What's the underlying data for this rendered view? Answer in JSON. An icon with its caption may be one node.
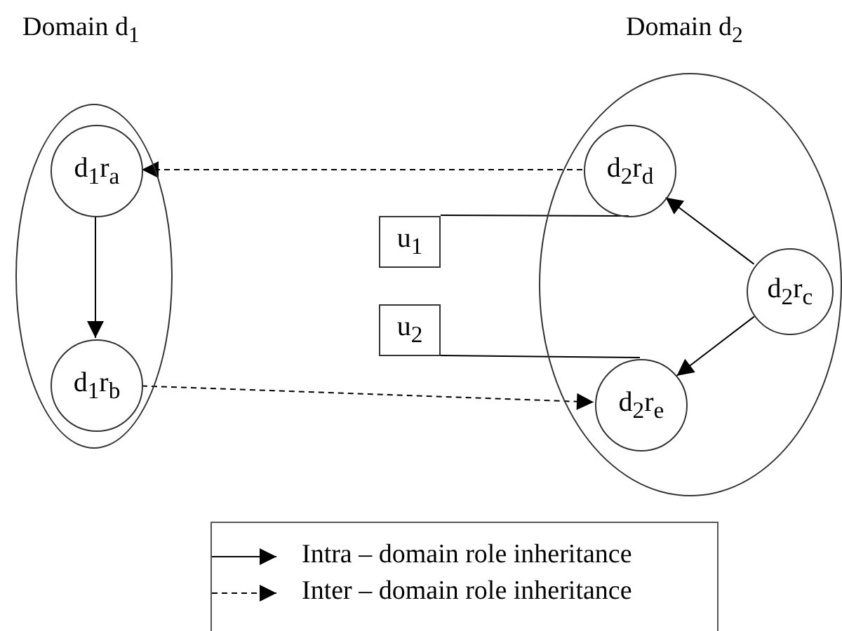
{
  "diagram": {
    "nodes": [
      {
        "text": [
          "Domain d$_{1}$"
        ]
      },
      {
        "text": [
          "d$_{1}$r$_{a}$"
        ],
        "in": 0
      },
      {
        "text": [
          "d$_{1}$r$_{b}$"
        ],
        "in": 0
      },
      {
        "text": [
          "Domain d$_{2}$"
        ]
      },
      {
        "text": [
          "d$_{2}$r$_{d}$"
        ],
        "in": 3
      },
      {
        "text": [
          "d$_{2}$r$_{c}$"
        ],
        "in": 3
      },
      {
        "text": [
          "d$_{2}$r$_{e}$"
        ],
        "in": 3
      },
      {
        "text": [
          "u$_{1}$"
        ]
      },
      {
        "text": [
          "u$_{2}$"
        ]
      }
    ],
    "edges": [
      {
        "from": 4,
        "to": 1,
        "arrow": "to",
        "style": "dashed"
      },
      {
        "from": 1,
        "to": 2,
        "arrow": "to"
      },
      {
        "from": 2,
        "to": 6,
        "arrow": "to",
        "style": "dashed"
      },
      {
        "from": 5,
        "to": 4,
        "arrow": "to"
      },
      {
        "from": 5,
        "to": 6,
        "arrow": "to"
      },
      {
        "from": 7,
        "to": 4,
        "arrow": "none"
      },
      {
        "from": 8,
        "to": 6,
        "arrow": "none"
      }
    ],
    "legend": [
      {
        "text": "Intra – domain role inheritance"
      },
      {
        "text": "Inter – domain role inheritance"
      }
    ]
  }
}
